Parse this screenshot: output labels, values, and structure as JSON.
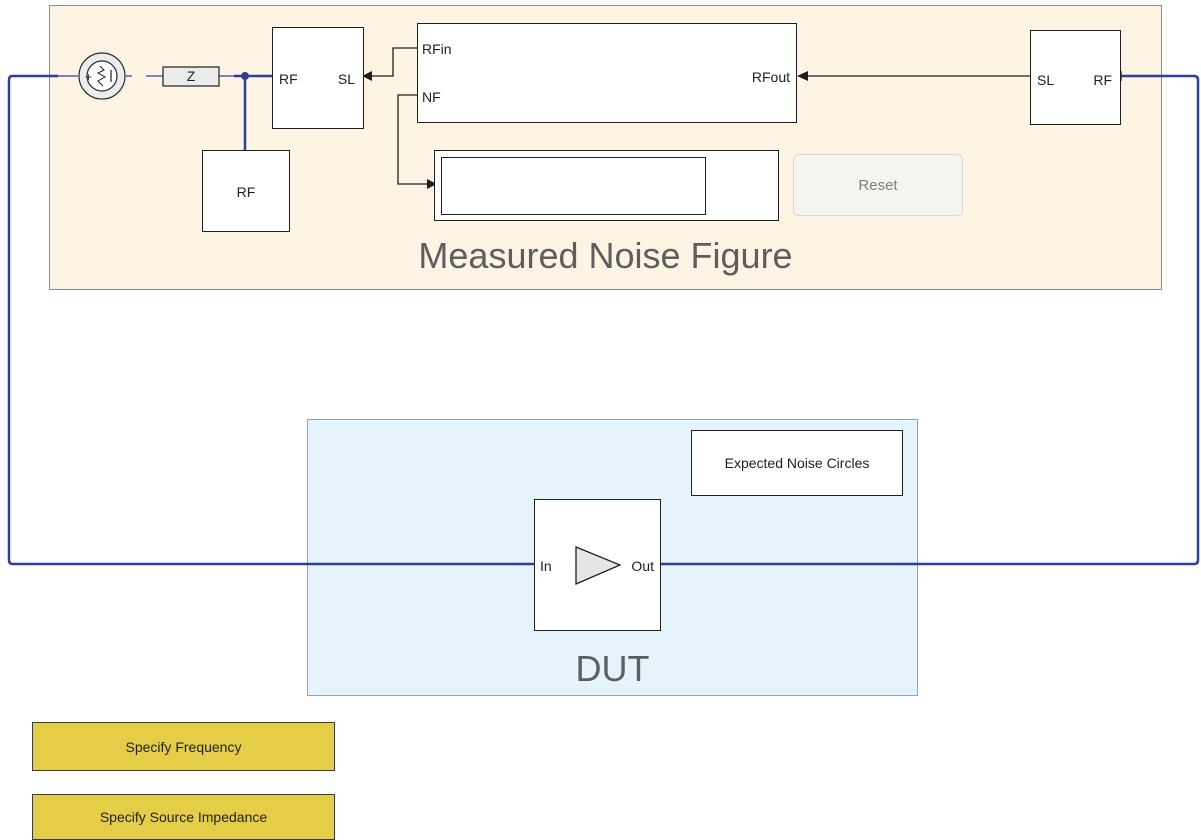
{
  "measured_area": {
    "title": "Measured Noise Figure"
  },
  "dut_area": {
    "title": "DUT"
  },
  "blocks": {
    "impedance_label": "Z",
    "source_block": {
      "port_left": "RF",
      "port_right": "SL"
    },
    "ground_block": {
      "port": "RF"
    },
    "noise_meter": {
      "port_rfin": "RFin",
      "port_nf": "NF",
      "port_rfout": "RFout"
    },
    "sink_block": {
      "port_left": "SL",
      "port_right": "RF"
    },
    "amplifier": {
      "port_in": "In",
      "port_out": "Out"
    },
    "expected_noise_circles": "Expected Noise Circles"
  },
  "display": {
    "value": ""
  },
  "buttons": {
    "reset": "Reset",
    "specify_frequency": "Specify Frequency",
    "specify_source_impedance": "Specify Source Impedance"
  },
  "colors": {
    "rf_wire": "#2e3d9a",
    "signal_wire": "#1f1f1f",
    "measured_bg": "#fdf4e4",
    "dut_bg": "#e5f3fd",
    "button_yellow": "#e6cd47"
  }
}
